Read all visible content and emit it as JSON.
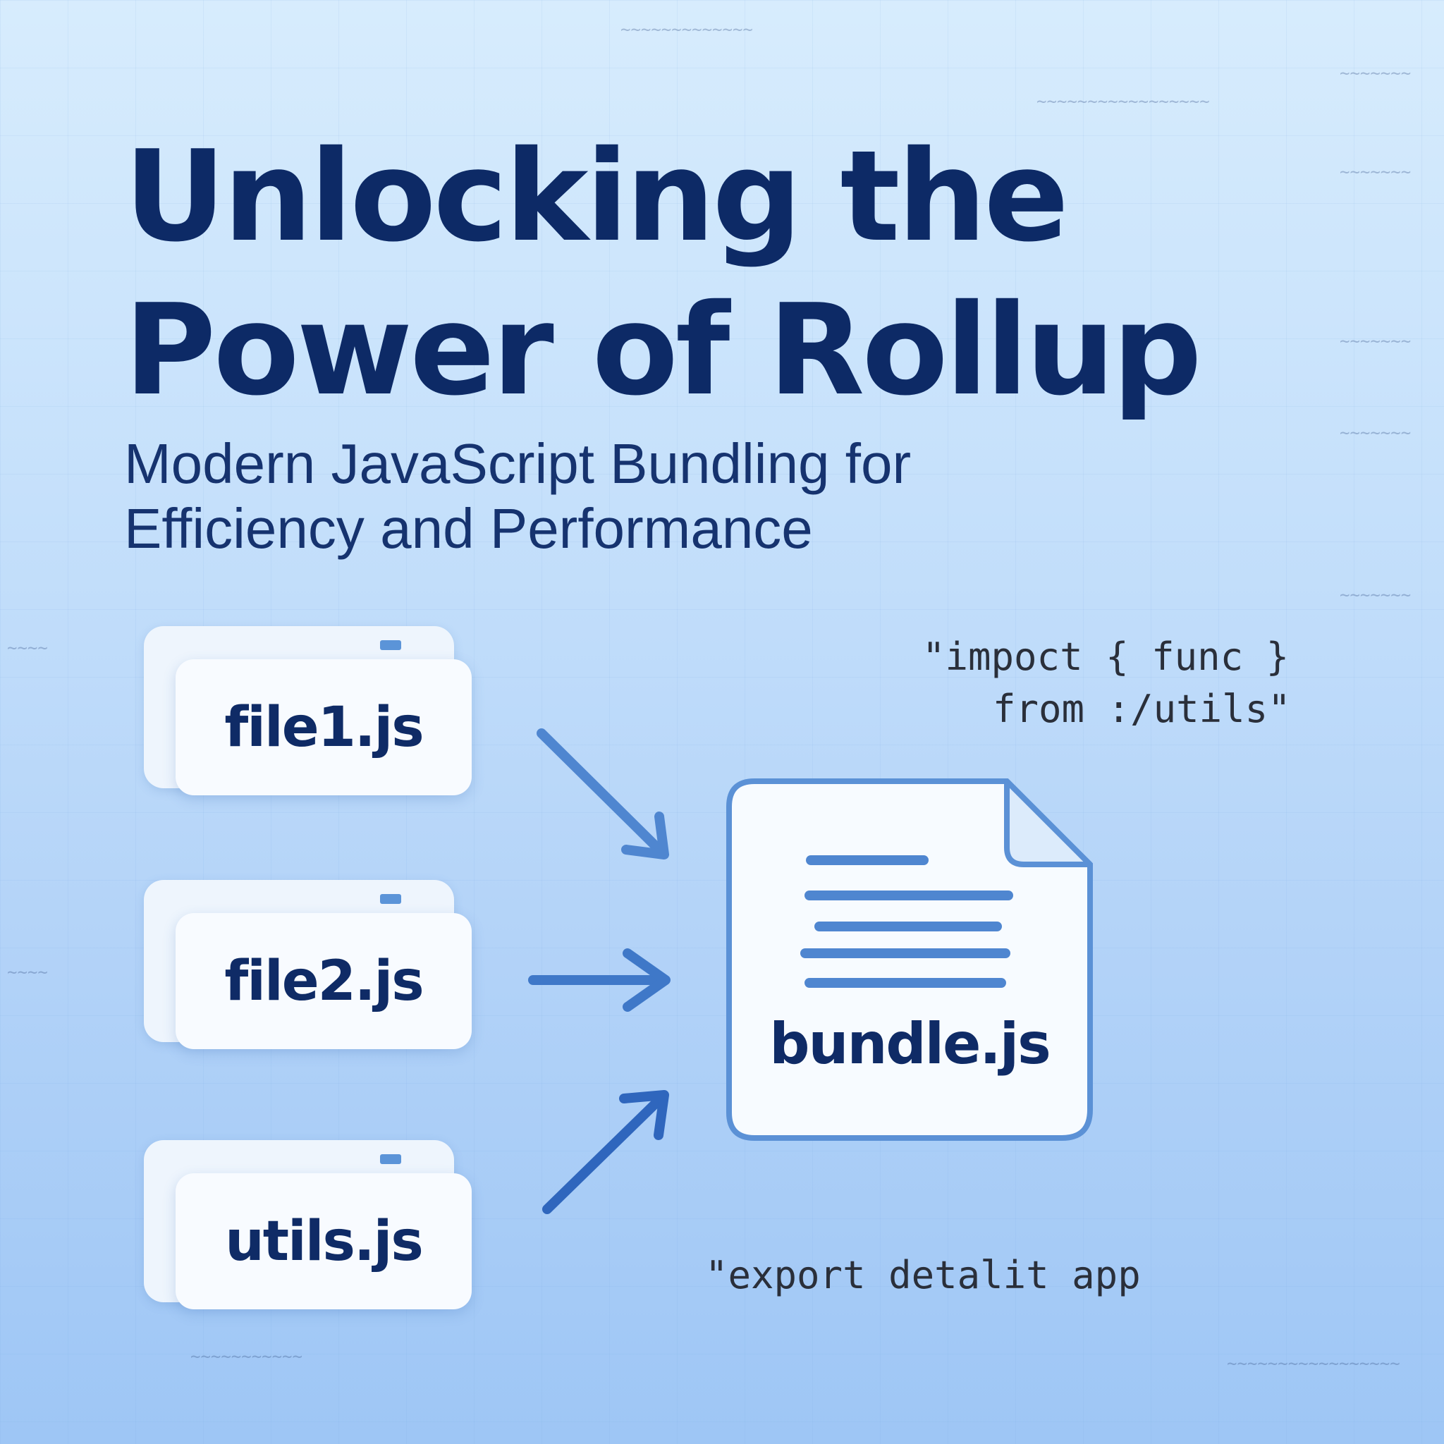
{
  "title": {
    "line1": "Unlocking the",
    "line2": "Power of Rollup"
  },
  "subtitle": {
    "line1": "Modern JavaScript Bundling for",
    "line2": "Efficiency and Performance"
  },
  "files": [
    {
      "label": "file1.js"
    },
    {
      "label": "file2.js"
    },
    {
      "label": "utils.js"
    }
  ],
  "bundle": {
    "label": "bundle.js"
  },
  "code": {
    "import_line1": "\"impoct { func }",
    "import_line2": "from :/utils\"",
    "export_line": "\"export detalit app"
  },
  "colors": {
    "background_top": "#d7ecfd",
    "background_bottom": "#9ec6f5",
    "title": "#0d2a66",
    "accent": "#4a86d4",
    "card": "#f8fbff"
  }
}
